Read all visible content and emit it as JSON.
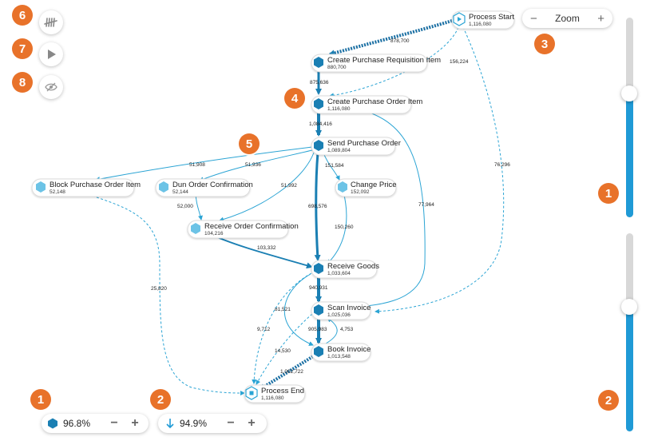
{
  "nodes": {
    "process_start": {
      "label": "Process Start",
      "count": "1,116,080"
    },
    "create_pr": {
      "label": "Create Purchase Requisition Item",
      "count": "880,700"
    },
    "create_po": {
      "label": "Create Purchase Order Item",
      "count": "1,116,080"
    },
    "send_po": {
      "label": "Send Purchase Order",
      "count": "1,089,804"
    },
    "block_po": {
      "label": "Block Purchase Order Item",
      "count": "52,148"
    },
    "dun_oc": {
      "label": "Dun Order Confirmation",
      "count": "52,144"
    },
    "change_price": {
      "label": "Change Price",
      "count": "152,092"
    },
    "receive_oc": {
      "label": "Receive Order Confirmation",
      "count": "104,216"
    },
    "receive_goods": {
      "label": "Receive Goods",
      "count": "1,033,604"
    },
    "scan_invoice": {
      "label": "Scan Invoice",
      "count": "1,025,036"
    },
    "book_invoice": {
      "label": "Book Invoice",
      "count": "1,013,548"
    },
    "process_end": {
      "label": "Process End",
      "count": "1,116,080"
    }
  },
  "edges": {
    "start_pr": "878,700",
    "start_po": "156,224",
    "pr_po": "875,636",
    "po_send": "1,084,416",
    "start_scan": "76,296",
    "send_block": "51,908",
    "send_dun": "51,936",
    "send_change": "151,584",
    "send_roc": "51,992",
    "send_goods": "698,576",
    "scan_po": "77,964",
    "dun_roc": "52,000",
    "change_goods": "150,260",
    "roc_goods": "103,332",
    "block_end": "25,820",
    "goods_scan": "940,931",
    "goods_book": "81,521",
    "goods_end": "9,712",
    "scan_book": "905,983",
    "book_scan": "4,753",
    "scan_end": "14,530",
    "book_end": "1,002,722"
  },
  "zoom": {
    "label": "Zoom",
    "minus": "−",
    "plus": "+"
  },
  "activities_ctl": {
    "value": "96.8%",
    "minus": "−",
    "plus": "+"
  },
  "paths_ctl": {
    "value": "94.9%",
    "minus": "−",
    "plus": "+"
  },
  "sliders": {
    "activities_level": 0.62,
    "paths_level": 0.63
  },
  "badges": {
    "b1_top": "1",
    "b2_top": "2",
    "b3": "3",
    "b4": "4",
    "b5": "5",
    "b6": "6",
    "b7": "7",
    "b8": "8",
    "b1_bottom": "1",
    "b2_bottom": "2"
  },
  "colors": {
    "accent": "#1f9ad6",
    "node_dark": "#1a7fb3",
    "node_light": "#6cc3e6",
    "badge": "#e8722a"
  },
  "icons": {
    "tally": "tally-icon",
    "play": "play-icon",
    "eye": "hide-eye-icon"
  }
}
